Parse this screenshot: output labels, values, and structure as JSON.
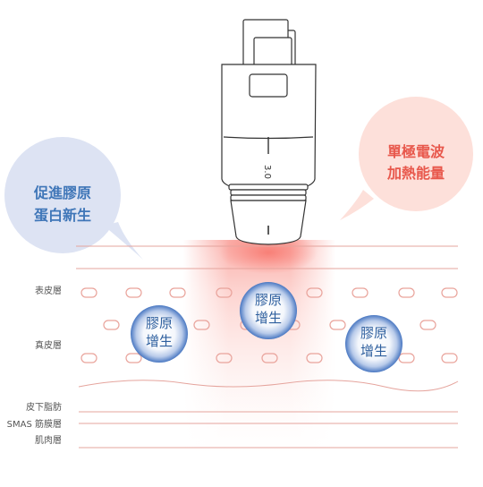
{
  "bubbles": {
    "left": {
      "line1": "促進膠原",
      "line2": "蛋白新生"
    },
    "right": {
      "line1": "單極電波",
      "line2": "加熱能量"
    }
  },
  "device": {
    "scale_label": "3.0"
  },
  "layers": {
    "epidermis": "表皮層",
    "dermis": "真皮層",
    "subcutaneous_fat": "皮下脂肪",
    "smas": "SMAS 筋膜層",
    "muscle": "肌肉層"
  },
  "collagen_balls": [
    {
      "line1": "膠原",
      "line2": "增生"
    },
    {
      "line1": "膠原",
      "line2": "增生"
    },
    {
      "line1": "膠原",
      "line2": "增生"
    }
  ],
  "colors": {
    "heat": "#f7685e",
    "left_bubble": "#dde3f3",
    "left_text": "#3f76b8",
    "right_bubble": "#fde0da",
    "right_text": "#e8584c",
    "ball_text": "#2e5f9e",
    "layer_line": "#e5a49d",
    "device_stroke": "#333333"
  }
}
